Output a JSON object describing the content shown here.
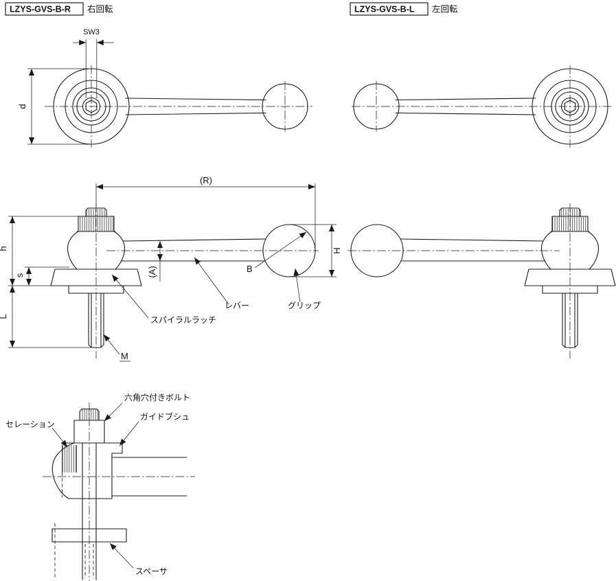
{
  "colors": {
    "background": "#ffffff",
    "line": "#1a1a1a"
  },
  "header": {
    "right_hand": {
      "code": "LZYS-GVS-B-R",
      "rotation_label": "右回転"
    },
    "left_hand": {
      "code": "LZYS-GVS-B-L",
      "rotation_label": "左回転"
    }
  },
  "dimension_labels": {
    "wrench_size": "SW3",
    "flange_diameter": "d",
    "lever_length": "(R)",
    "lever_width": "(A)",
    "grip_boss": "B",
    "grip_diameter": "H",
    "body_height": "h",
    "latch_height": "s",
    "thread_length": "L",
    "thread_size": "M"
  },
  "part_labels": {
    "lever": "レバー",
    "grip": "グリップ",
    "spiral_latch": "スパイラルラッチ",
    "hex_socket_bolt": "六角穴付きボルト",
    "guide_bush": "ガイドブシュ",
    "serration": "セレーション",
    "spacer": "スペーサ"
  }
}
